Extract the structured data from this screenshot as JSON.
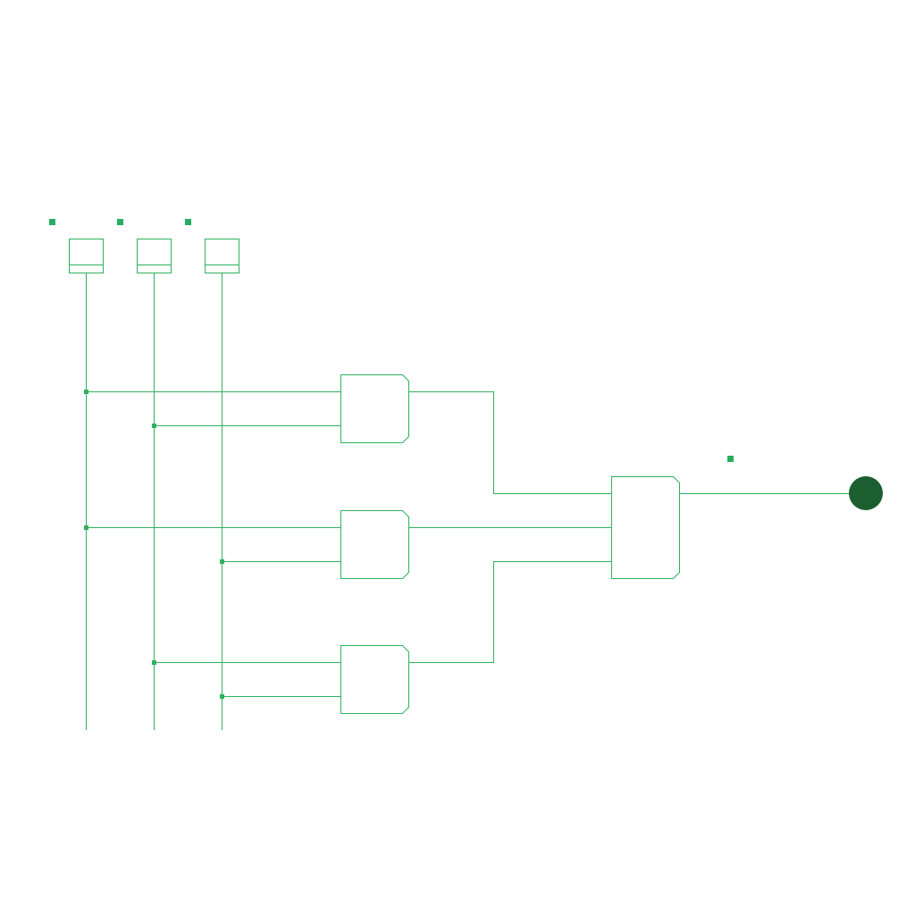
{
  "colors": {
    "background": "#ffffff",
    "wire": "#2fb15f",
    "marker": "#27ae60",
    "output_led": "#1c5e30"
  },
  "inputs": [
    {
      "id": "input-a",
      "label": ""
    },
    {
      "id": "input-b",
      "label": ""
    },
    {
      "id": "input-c",
      "label": ""
    }
  ],
  "gates": [
    {
      "id": "and-gate-1",
      "type": "AND",
      "inputs": [
        "input-a",
        "input-b"
      ]
    },
    {
      "id": "and-gate-2",
      "type": "AND",
      "inputs": [
        "input-a",
        "input-c"
      ]
    },
    {
      "id": "and-gate-3",
      "type": "AND",
      "inputs": [
        "input-b",
        "input-c"
      ]
    },
    {
      "id": "or-gate-1",
      "type": "OR",
      "inputs": [
        "and-gate-1",
        "and-gate-2",
        "and-gate-3"
      ]
    }
  ],
  "output": {
    "id": "output-led",
    "label": "",
    "source": "or-gate-1"
  }
}
